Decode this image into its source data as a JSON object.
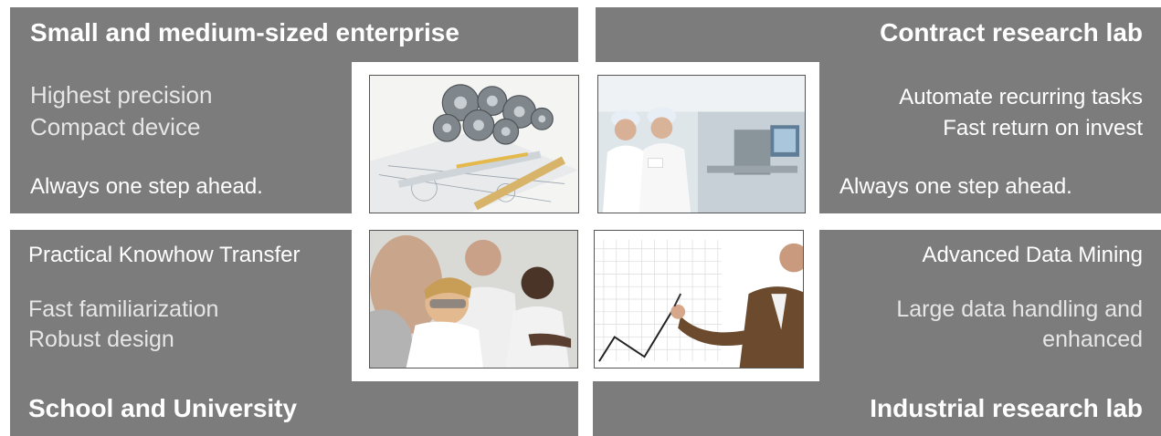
{
  "colors": {
    "panel": "#7c7c7c",
    "text": "#ffffff",
    "light_text": "#e6e6e6"
  },
  "top_left": {
    "title": "Small and medium-sized enterprise",
    "lines": [
      "Highest precision",
      "Compact device"
    ],
    "tagline": "Always one step ahead."
  },
  "top_right": {
    "title": "Contract research lab",
    "lines": [
      "Automate recurring tasks",
      "Fast return on invest"
    ],
    "tagline": "Always one step ahead."
  },
  "bottom_left": {
    "subtitle": "Practical Knowhow Transfer",
    "lines": [
      "Fast familiarization",
      "Robust design"
    ],
    "title": "School and University"
  },
  "bottom_right": {
    "subtitle": "Advanced Data Mining",
    "lines": [
      "Large data handling and",
      "enhanced"
    ],
    "title": "Industrial research lab"
  },
  "images": {
    "top_left": "gears-blueprint-image",
    "top_right": "lab-technicians-image",
    "bottom_left": "students-lab-image",
    "bottom_right": "businessman-chart-image"
  }
}
